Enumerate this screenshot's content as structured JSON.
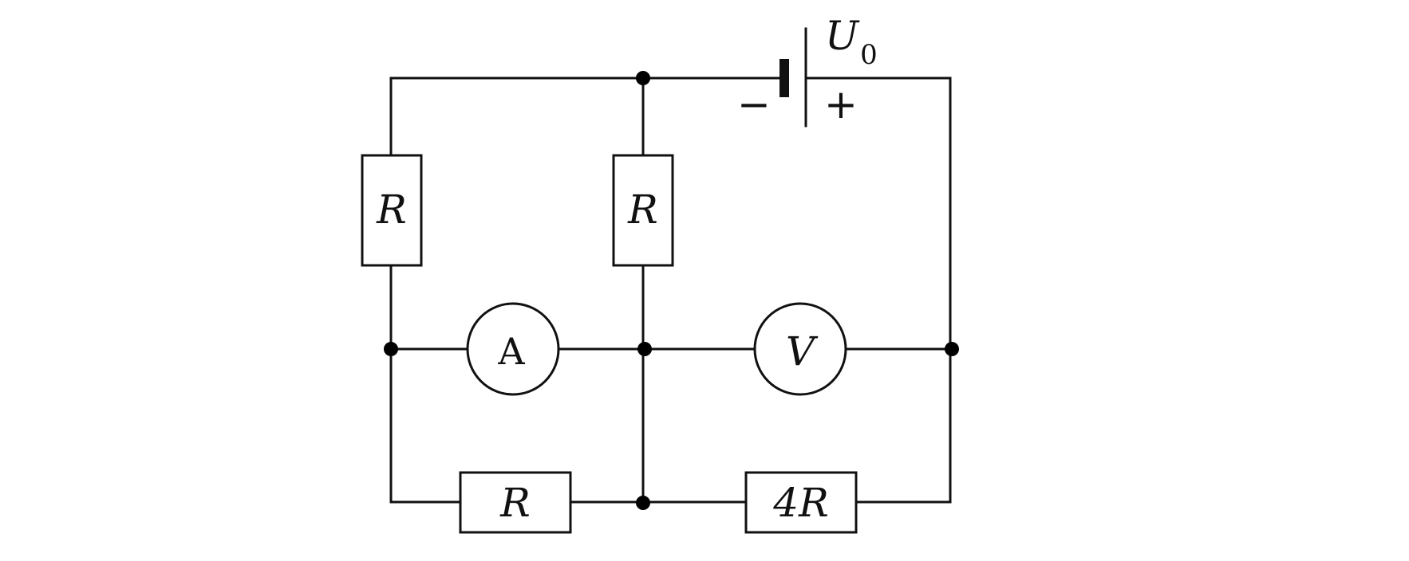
{
  "diagram": {
    "source": {
      "symbol": "U",
      "subscript": "0",
      "negative_sign": "−",
      "positive_sign": "+"
    },
    "resistors": {
      "top_left": "R",
      "top_middle": "R",
      "bottom_left": "R",
      "bottom_right": "4R"
    },
    "meters": {
      "ammeter": "A",
      "voltmeter": "V"
    }
  }
}
